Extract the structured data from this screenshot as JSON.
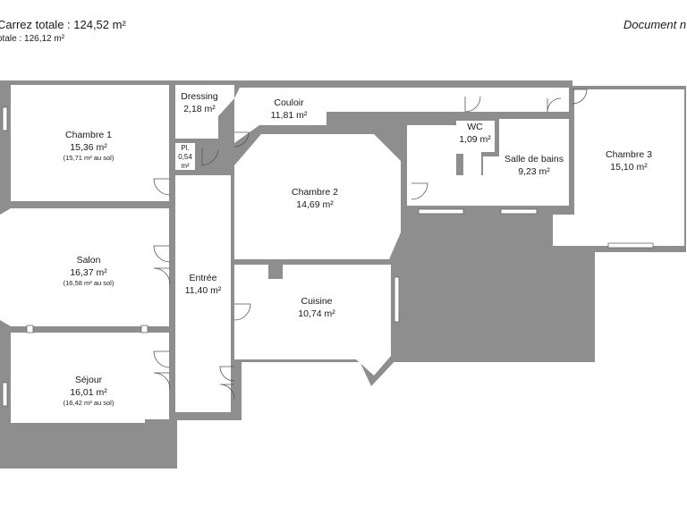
{
  "header": {
    "carrez_total": "Carrez totale : 124,52 m²",
    "surface_totale": "otale : 126,12 m²",
    "document_label": "Document n"
  },
  "rooms": {
    "chambre1": {
      "name": "Chambre 1",
      "area": "15,36 m²",
      "floor": "(15,71 m² au sol)"
    },
    "dressing": {
      "name": "Dressing",
      "area": "2,18 m²"
    },
    "placard": {
      "name": "Pl.",
      "area": "0,54",
      "unit": "m²"
    },
    "couloir": {
      "name": "Couloir",
      "area": "11,81 m²"
    },
    "wc": {
      "name": "WC",
      "area": "1,09 m²"
    },
    "salle_de_bains": {
      "name": "Salle de bains",
      "area": "9,23 m²"
    },
    "chambre3": {
      "name": "Chambre 3",
      "area": "15,10 m²"
    },
    "chambre2": {
      "name": "Chambre 2",
      "area": "14,69 m²"
    },
    "salon": {
      "name": "Salon",
      "area": "16,37 m²",
      "floor": "(16,58 m² au sol)"
    },
    "entree": {
      "name": "Entrée",
      "area": "11,40 m²"
    },
    "cuisine": {
      "name": "Cuisine",
      "area": "10,74 m²"
    },
    "sejour": {
      "name": "Séjour",
      "area": "16,01 m²",
      "floor": "(16,42 m² au sol)"
    }
  },
  "colors": {
    "wall": "#8e8e8e",
    "room": "#ffffff",
    "text": "#1a1a1a"
  }
}
